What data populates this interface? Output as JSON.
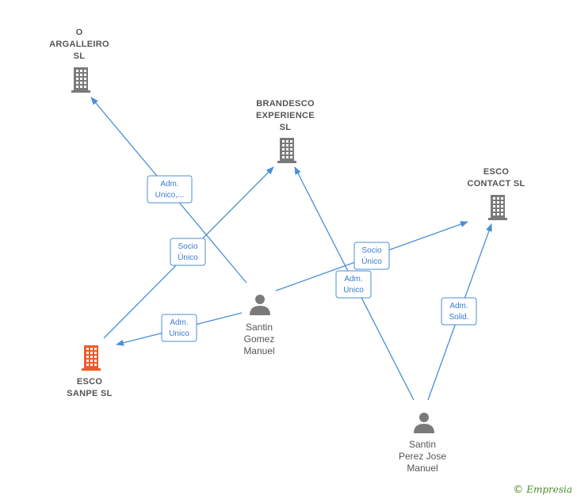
{
  "companies": [
    {
      "id": "argalleiro",
      "lines": [
        "O",
        "ARGALLEIRO",
        "SL"
      ],
      "color": "#7a7a7a"
    },
    {
      "id": "brandesco",
      "lines": [
        "BRANDESCO",
        "EXPERIENCE",
        "SL"
      ],
      "color": "#7a7a7a"
    },
    {
      "id": "esco_contact",
      "lines": [
        "ESCO",
        "CONTACT  SL"
      ],
      "color": "#7a7a7a"
    },
    {
      "id": "esco_sanpe",
      "lines": [
        "ESCO",
        "SANPE  SL"
      ],
      "color": "#f05a28"
    }
  ],
  "persons": [
    {
      "id": "santin_gomez",
      "lines": [
        "Santin",
        "Gomez",
        "Manuel"
      ]
    },
    {
      "id": "santin_perez",
      "lines": [
        "Santin",
        "Perez Jose",
        "Manuel"
      ]
    }
  ],
  "edges": [
    {
      "from": "santin_gomez",
      "to": "argalleiro",
      "label": [
        "Adm.",
        "Unico,..."
      ]
    },
    {
      "from": "esco_sanpe",
      "to": "brandesco",
      "label": [
        "Socio",
        "Único"
      ]
    },
    {
      "from": "santin_gomez",
      "to": "esco_sanpe",
      "label": [
        "Adm.",
        "Unico"
      ]
    },
    {
      "from": "santin_gomez",
      "to": "esco_contact",
      "label": [
        "Socio",
        "Único"
      ]
    },
    {
      "from": "santin_perez",
      "to": "brandesco",
      "label": [
        "Adm.",
        "Unico"
      ]
    },
    {
      "from": "santin_perez",
      "to": "esco_contact",
      "label": [
        "Adm.",
        "Solid."
      ]
    }
  ],
  "brand": {
    "copyright": "©",
    "name": "Empresia"
  }
}
